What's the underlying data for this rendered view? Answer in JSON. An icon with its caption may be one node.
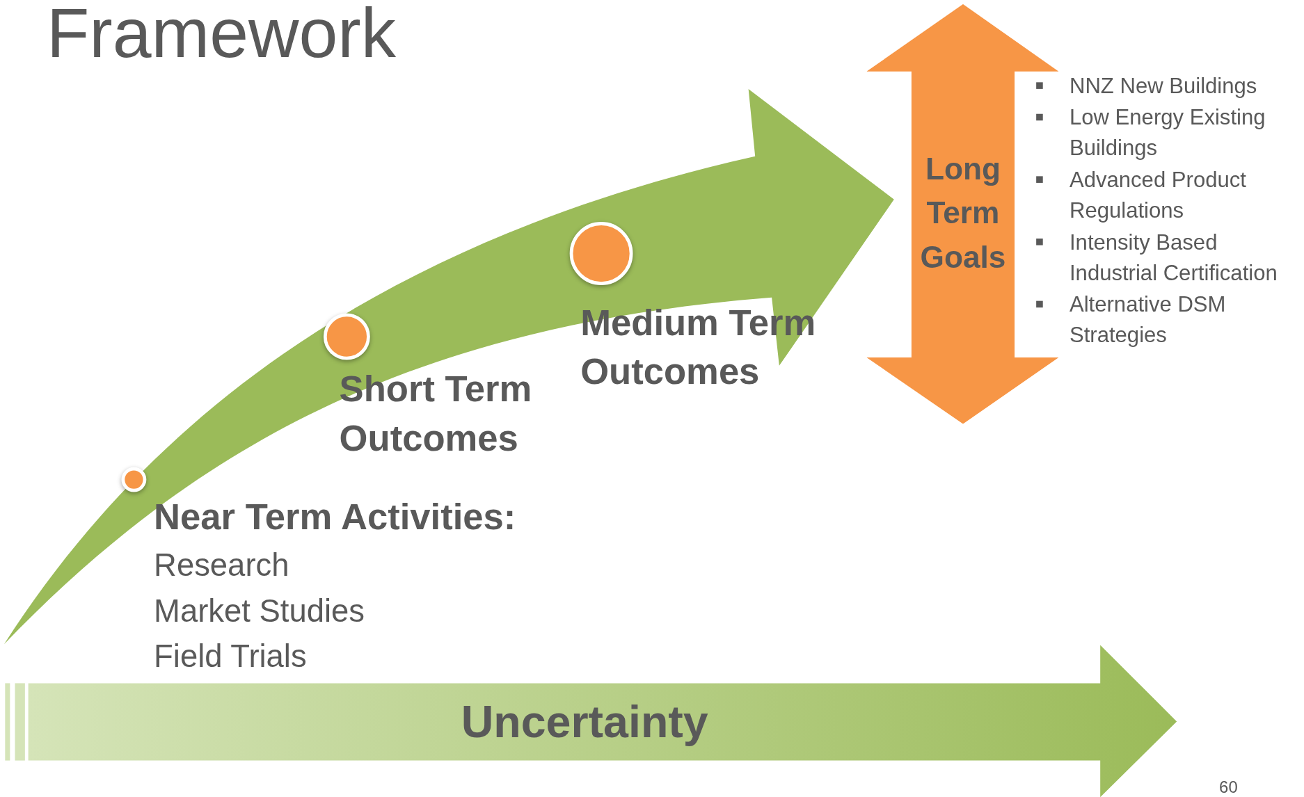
{
  "diagram": {
    "title": "Framework",
    "nodes": [
      {
        "text": [],
        "shape": "circle",
        "beside": [
          "Near Term Activities:"
        ]
      },
      {
        "text": [],
        "shape": "circle",
        "beside": [
          "Short Term Outcomes"
        ]
      },
      {
        "text": [],
        "shape": "circle",
        "beside": [
          "Medium Term Outcomes"
        ]
      },
      {
        "text": [
          "Long Term Goals"
        ],
        "beside": [
          "NNZ New Buildings",
          "Low Energy Existing Buildings",
          "Advanced Product Regulations",
          "Intensity Based Industrial Certification",
          "Alternative DSM Strategies"
        ]
      },
      {
        "text": [
          "Uncertainty"
        ]
      }
    ],
    "edges": [
      {
        "from": null,
        "to": 3,
        "arrow": "to"
      }
    ],
    "labels": [
      "Research",
      "Market Studies",
      "Field Trials",
      "60"
    ]
  }
}
